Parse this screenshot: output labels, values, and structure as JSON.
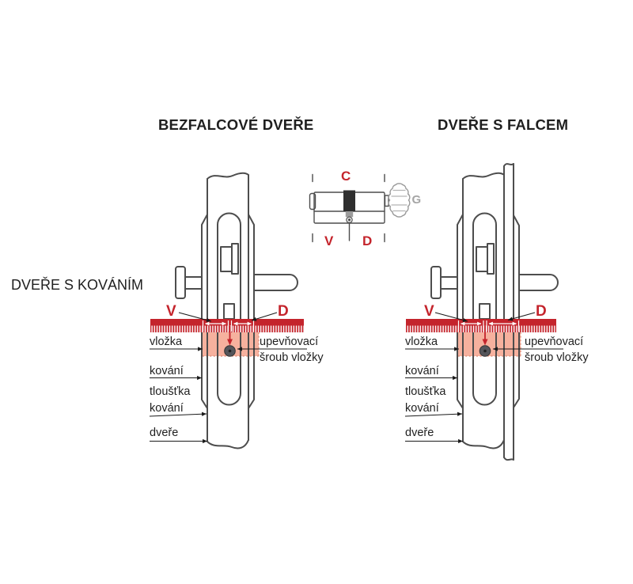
{
  "titles": {
    "left": "BEZFALCOVÉ DVEŘE",
    "right": "DVEŘE S FALCEM",
    "side": "DVEŘE S KOVÁNÍM"
  },
  "cylinder": {
    "c": "C",
    "v": "V",
    "d": "D",
    "g": "G"
  },
  "measure": {
    "v": "V",
    "d": "D"
  },
  "labels": {
    "vlozka": "vložka",
    "kovani": "kování",
    "tloustka_l1": "tloušťka",
    "tloustka_l2": "kování",
    "dvere": "dveře",
    "screw_l1": "upevňovací",
    "screw_l2": "šroub vložky"
  },
  "colors": {
    "red": "#c4242c",
    "pink": "#f6b19e",
    "line": "#4d4d4d",
    "text": "#1f1f1f",
    "gray": "#a5a5a5"
  }
}
